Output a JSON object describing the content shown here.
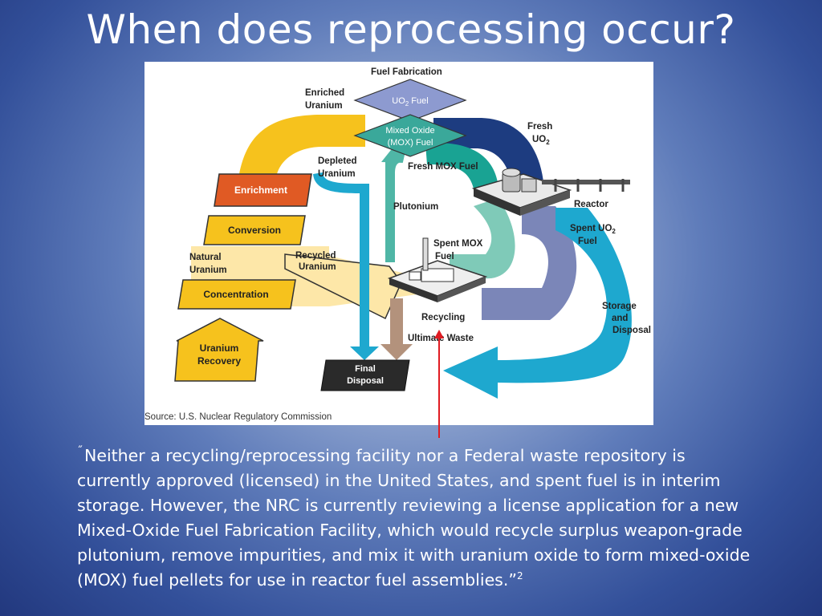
{
  "slide": {
    "title": "When does reprocessing occur?"
  },
  "diagram": {
    "source": "Source: U.S. Nuclear Regulatory Commission",
    "labels": {
      "fuel_fabrication": "Fuel Fabrication",
      "enriched": "Enriched",
      "uranium": "Uranium",
      "uo2_fuel_uo": "UO",
      "uo2_sub": "2",
      "fuel_word": "Fuel",
      "mox_line1": "Mixed Oxide",
      "mox_line2": "(MOX) Fuel",
      "fresh": "Fresh",
      "uo": "UO",
      "depleted": "Depleted",
      "fresh_mox_fuel": "Fresh MOX Fuel",
      "enrichment": "Enrichment",
      "plutonium": "Plutonium",
      "reactor": "Reactor",
      "spent_uo": "Spent UO",
      "conversion": "Conversion",
      "spent_mox": "Spent MOX",
      "natural": "Natural",
      "recycled": "Recycled",
      "concentration": "Concentration",
      "recycling": "Recycling",
      "storage": "Storage",
      "and": "and",
      "disposal": "Disposal",
      "uranium_recovery_1": "Uranium",
      "uranium_recovery_2": "Recovery",
      "ultimate_waste": "Ultimate Waste",
      "final": "Final",
      "final_disposal": "Disposal"
    }
  },
  "caption": {
    "open_quote": "˝",
    "text": "Neither a recycling/reprocessing facility nor a Federal waste repository is currently approved (licensed) in the United States, and spent fuel is in interim storage. However, the NRC is currently reviewing a license application for a new Mixed-Oxide Fuel Fabrication Facility, which would recycle surplus weapon-grade plutonium, remove impurities, and mix it with uranium oxide to form mixed-oxide (MOX) fuel pellets for use in reactor fuel assemblies.”",
    "footnote": "2"
  },
  "colors": {
    "yellow": "#f6c21d",
    "light_yellow": "#fde7a8",
    "enrichment": "#e05a24",
    "navy": "#1d3c80",
    "slate": "#7b86b8",
    "teal": "#19a393",
    "mint": "#7fcab8",
    "cyan": "#1ea8cf",
    "brown": "#b3927c",
    "red_arrow": "#e01b22",
    "uo2_diamond": "#8d9ad0",
    "mox_diamond": "#3aa89a"
  }
}
